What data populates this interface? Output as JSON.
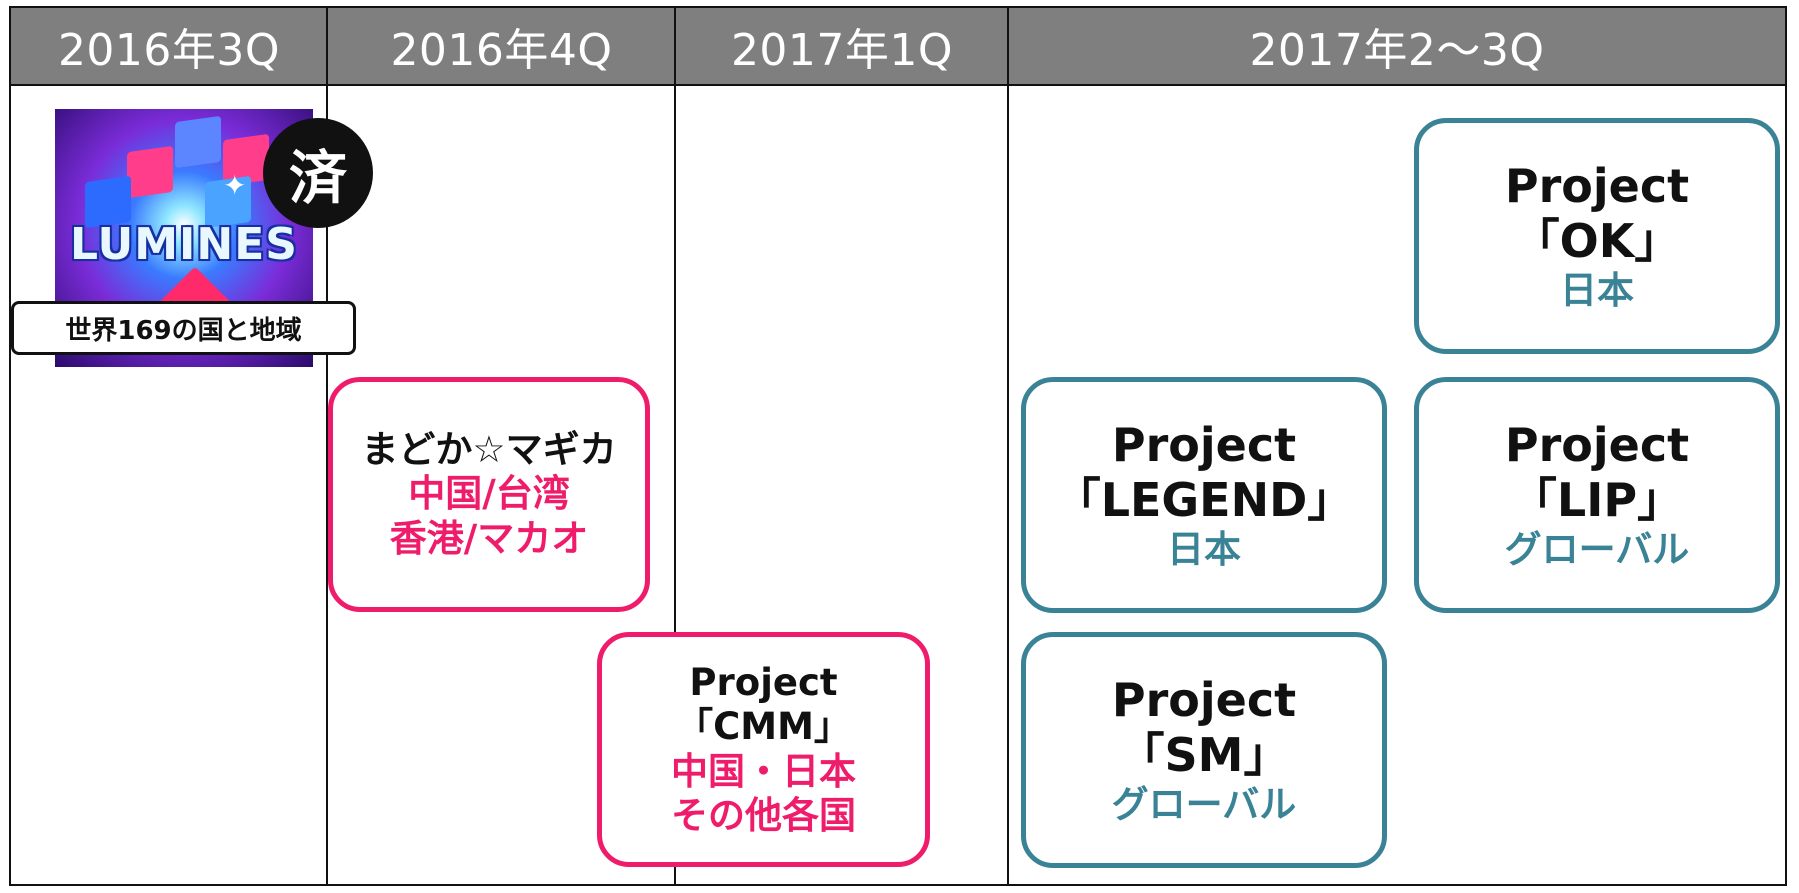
{
  "header": {
    "columns": [
      "2016年3Q",
      "2016年4Q",
      "2017年1Q",
      "2017年2〜3Q"
    ]
  },
  "lumines": {
    "logo_text": "LUMINES",
    "badge": "済",
    "label": "世界169の国と地域"
  },
  "cards": {
    "madoka": {
      "title": "まどか☆マギカ",
      "region1": "中国/台湾",
      "region2": "香港/マカオ"
    },
    "cmm": {
      "title": "Project",
      "name": "「CMM」",
      "region1": "中国・日本",
      "region2": "その他各国"
    },
    "ok": {
      "title": "Project",
      "name": "「OK」",
      "region1": "日本"
    },
    "legend": {
      "title": "Project",
      "name": "「LEGEND」",
      "region1": "日本"
    },
    "lip": {
      "title": "Project",
      "name": "「LIP」",
      "region1": "グローバル"
    },
    "sm": {
      "title": "Project",
      "name": "「SM」",
      "region1": "グローバル"
    }
  },
  "colors": {
    "header_bg": "#7f7f7f",
    "pink": "#ee1c6a",
    "teal": "#3a8396"
  }
}
